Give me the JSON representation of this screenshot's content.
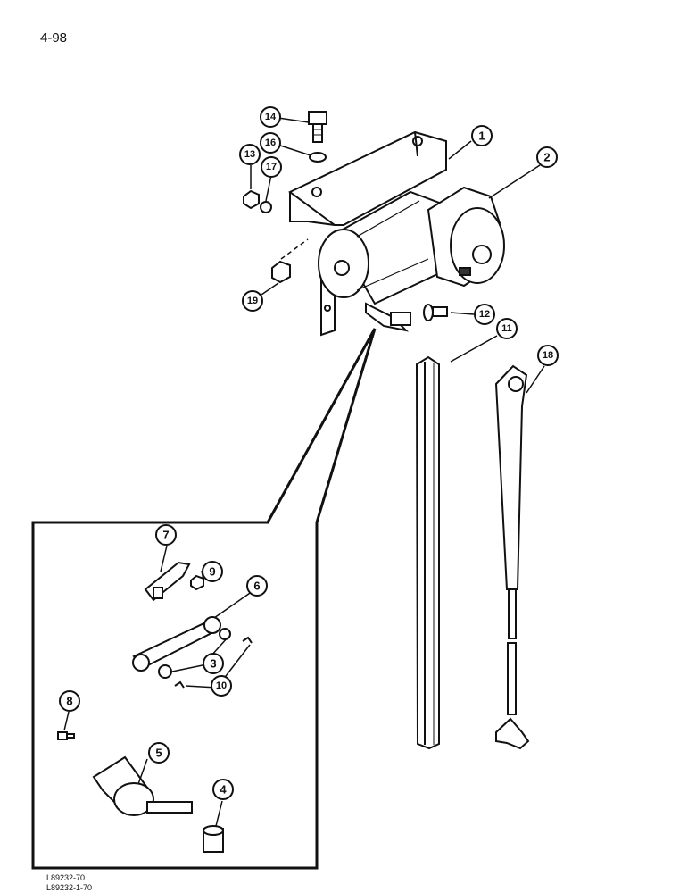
{
  "page_number": "4-98",
  "footer_codes": [
    "L89232-70",
    "L89232-1-70"
  ],
  "callouts": [
    "1",
    "2",
    "3",
    "4",
    "5",
    "6",
    "7",
    "8",
    "9",
    "10",
    "11",
    "12",
    "13",
    "14",
    "16",
    "17",
    "18",
    "19"
  ]
}
